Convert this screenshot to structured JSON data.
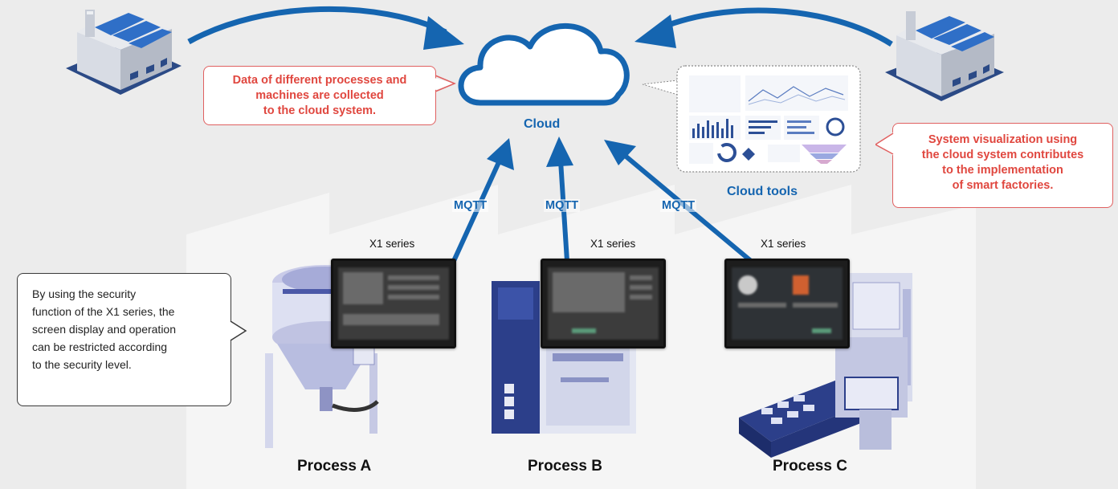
{
  "cloud": {
    "label": "Cloud"
  },
  "cloud_tools": {
    "label": "Cloud tools"
  },
  "protocol": {
    "label": "MQTT"
  },
  "device": {
    "label": "X1 series"
  },
  "processes": [
    {
      "name": "Process A"
    },
    {
      "name": "Process B"
    },
    {
      "name": "Process C"
    }
  ],
  "callout_collect": {
    "lines": [
      "Data of different processes and",
      "machines are collected",
      "to the cloud system."
    ]
  },
  "callout_visual": {
    "lines": [
      "System visualization using",
      "the cloud system contributes",
      "to the implementation",
      "of smart factories."
    ]
  },
  "callout_security": {
    "lines": [
      "By using the security",
      "function of the X1 series, the",
      "screen display and operation",
      "can be restricted according",
      "to the security level."
    ]
  },
  "colors": {
    "accent_blue": "#1565b0",
    "callout_red": "#e0473f",
    "background": "#ececec"
  }
}
